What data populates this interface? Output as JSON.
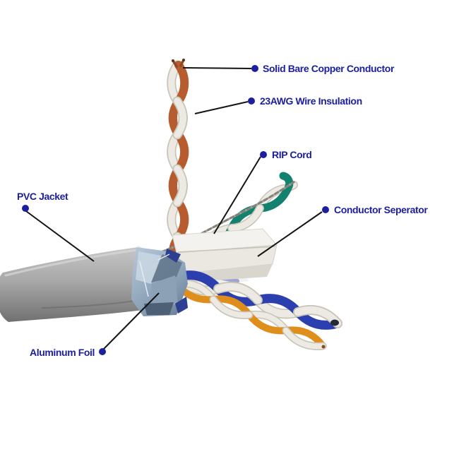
{
  "figure": {
    "background": "#ffffff",
    "label_color": "#1c209d",
    "leader_color": "#141414",
    "labels": [
      {
        "id": "solid-bare-copper-conductor",
        "text": "Solid Bare Copper Conductor"
      },
      {
        "id": "awg-wire-insulation",
        "text": "23AWG Wire Insulation"
      },
      {
        "id": "rip-cord",
        "text": "RIP Cord"
      },
      {
        "id": "conductor-seperator",
        "text": "Conductor Seperator"
      },
      {
        "id": "pvc-jacket",
        "text": "PVC Jacket"
      },
      {
        "id": "aluminum-foil",
        "text": "Aluminum Foil"
      }
    ],
    "parts": {
      "pvc_jacket_color": "#9c9c9c",
      "aluminum_foil_color": "#8da3b9",
      "copper_color": "#8a4a22",
      "orange_pair_color": "#b65c2f",
      "green_pair_color": "#12826e",
      "blue_pair_color": "#2b3fae",
      "amber_wire_color": "#e08e1b",
      "separator_color": "#f3f2ee",
      "white_wire_color": "#eceae2"
    }
  }
}
